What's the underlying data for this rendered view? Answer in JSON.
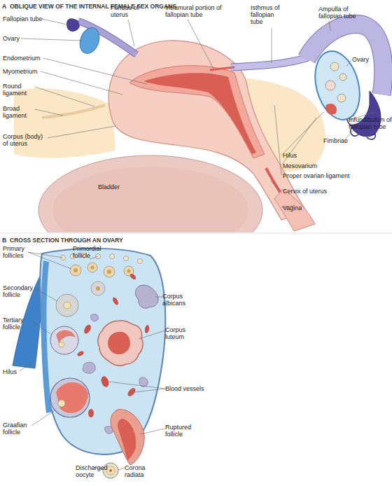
{
  "diagram": {
    "labels": [
      "A",
      "OBLIQUE VIEW OF THE INTERNAL FEMALE SEX ORGANS",
      "Fallopian tube",
      "Fundus of uterus",
      "Intramural portion of fallopian tube",
      "Isthmus of fallopian tube",
      "Ampulla of fallopian tube",
      "Ovary",
      "Endometrium",
      "Myometrium",
      "Round ligament",
      "Broad ligament",
      "Corpus (body) of uterus",
      "Bladder",
      "Ovary",
      "Infundibulum of fallopian tube",
      "Fimbriae",
      "Hilus",
      "Mesovarium",
      "Proper ovarian ligament",
      "Cervix of uterus",
      "Vagina",
      "B",
      "CROSS SECTION THROUGH AN OVARY",
      "Primary follicles",
      "Primordial follicle",
      "Secondary follicle",
      "Tertiary follicle",
      "Corpus albicans",
      "Corpus luteum",
      "Hilus",
      "Blood vessels",
      "Graafian follicle",
      "Ruptured follicle",
      "Discharged oocyte",
      "Corona radiata"
    ]
  }
}
